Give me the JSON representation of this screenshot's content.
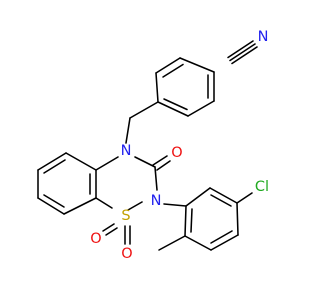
{
  "molecule": {
    "atoms": [
      {
        "id": "n-nitrile",
        "symbol": "N",
        "color": "#2222ee"
      },
      {
        "id": "n-ring-4",
        "symbol": "N",
        "color": "#2222ee"
      },
      {
        "id": "n-ring-2",
        "symbol": "N",
        "color": "#2222ee"
      },
      {
        "id": "o-carbonyl",
        "symbol": "O",
        "color": "#ee1111"
      },
      {
        "id": "s-sulfonyl",
        "symbol": "S",
        "color": "#c2a000"
      },
      {
        "id": "o-sulfonyl-left",
        "symbol": "O",
        "color": "#ee1111"
      },
      {
        "id": "o-sulfonyl-right",
        "symbol": "O",
        "color": "#ee1111"
      },
      {
        "id": "cl",
        "symbol": "Cl",
        "color": "#22aa22"
      }
    ],
    "bond_color": "#000000"
  }
}
